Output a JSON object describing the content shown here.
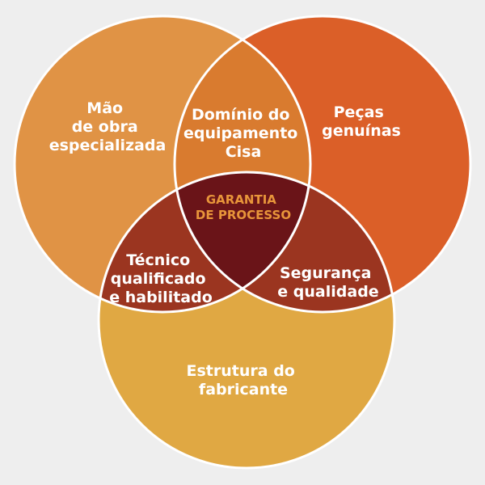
{
  "colors": {
    "background": "#eeeeee",
    "left": "#e09345",
    "right": "#db5f28",
    "bottom": "#e0a843",
    "left_right": "#d97b2f",
    "left_bottom": "#9b3520",
    "right_bottom": "#9b3520",
    "center": "#6a1418",
    "center_text": "#e8953a",
    "stroke": "#ffffff"
  },
  "sets": {
    "left": [
      "Mão",
      "de obra",
      "especializada"
    ],
    "right": [
      "Peças",
      "genuínas"
    ],
    "bottom": [
      "Estrutura do",
      "fabricante"
    ]
  },
  "intersections": {
    "left_right": [
      "Domínio do",
      "equipamento",
      "Cisa"
    ],
    "left_bottom": [
      "Técnico",
      "qualificado",
      "e habilitado"
    ],
    "right_bottom": [
      "Segurança",
      "e qualidade"
    ],
    "center": [
      "GARANTIA",
      "DE PROCESSO"
    ]
  }
}
